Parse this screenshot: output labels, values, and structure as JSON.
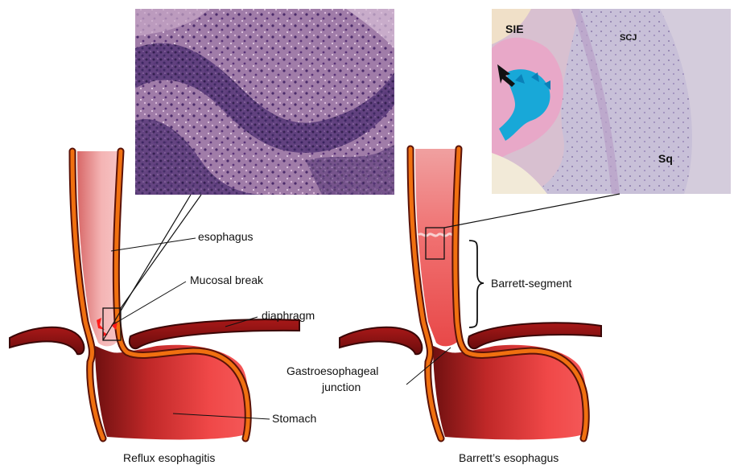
{
  "left_panel": {
    "caption": "Reflux esophagitis",
    "labels": {
      "esophagus": "esophagus",
      "mucosal_break": "Mucosal break",
      "diaphragm": "diaphragm",
      "stomach": "Stomach"
    }
  },
  "right_panel": {
    "caption": "Barrett’s esophagus",
    "labels": {
      "barrett_segment": "Barrett-segment",
      "gej_line1": "Gastroesophageal",
      "gej_line2": "junction"
    },
    "micrograph_labels": {
      "sie": "SIE",
      "scj": "SCJ",
      "sq": "Sq"
    }
  },
  "colors": {
    "wall_orange": "#f07010",
    "wall_dark": "#5a1208",
    "esophagus_light": "#f4b4b4",
    "stomach_red": "#f04848",
    "diaphragm": "#8a1010",
    "break_red": "#ff1a1a",
    "he_stain": "#a878a8",
    "alcian_blue": "#18a8d8"
  }
}
